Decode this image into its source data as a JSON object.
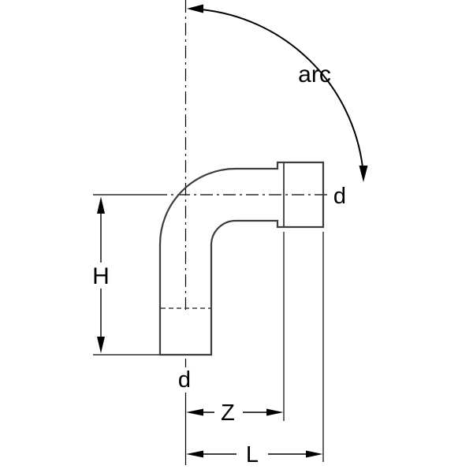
{
  "title": "Pipe bend fitting technical drawing",
  "labels": {
    "arc": "arc",
    "diameter_right": "d",
    "diameter_bottom": "d",
    "height": "H",
    "z_dimension": "Z",
    "length": "L"
  },
  "colors": {
    "background": "#ffffff",
    "line": "#000000",
    "fitting_outline": "#3d3d3d",
    "fitting_fill": "#efefef"
  }
}
